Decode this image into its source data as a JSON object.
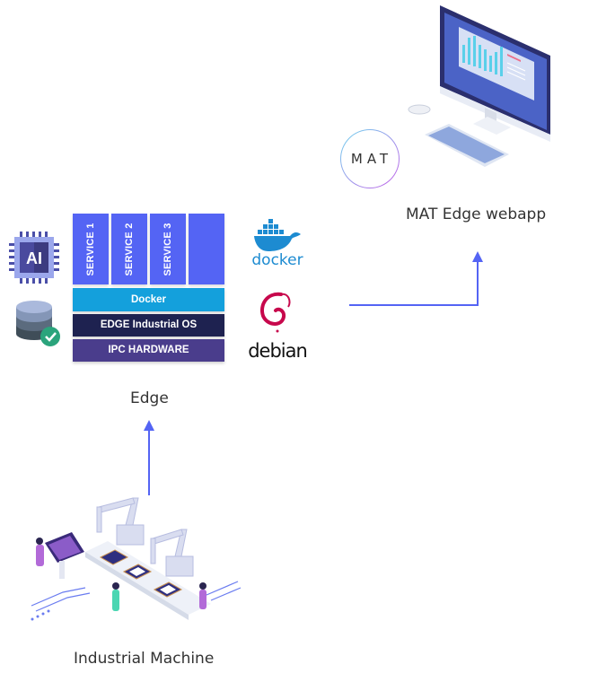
{
  "nodes": {
    "webapp": {
      "label": "MAT Edge webapp",
      "logo_text": "MAT"
    },
    "edge": {
      "label": "Edge",
      "services": [
        "SERVICE 1",
        "SERVICE 2",
        "SERVICE 3",
        ""
      ],
      "layers": {
        "docker": "Docker",
        "os": "EDGE Industrial OS",
        "hardware": "IPC HARDWARE"
      },
      "side_icons": {
        "ai_chip": "AI"
      },
      "logos": {
        "docker": "docker",
        "debian": "debian"
      }
    },
    "machine": {
      "label": "Industrial Machine"
    }
  },
  "edges": [
    {
      "from": "Industrial Machine",
      "to": "Edge"
    },
    {
      "from": "Edge",
      "to": "MAT Edge webapp"
    }
  ],
  "colors": {
    "arrow": "#5464f4",
    "service": "#5464f4",
    "docker_layer": "#14a0dc",
    "os_layer": "#1e2250",
    "hardware_layer": "#4a3d8c",
    "docker_brand": "#1d8bd1",
    "debian_brand": "#c7084c"
  }
}
